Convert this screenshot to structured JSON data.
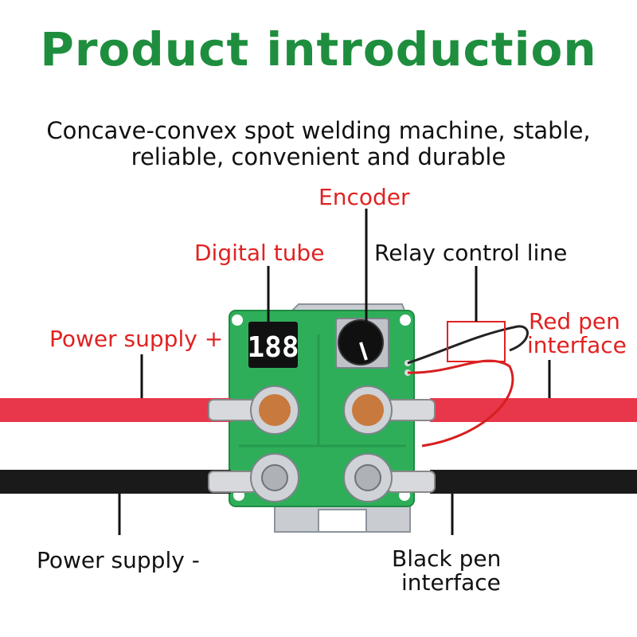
{
  "title": "Product introduction",
  "subtitle": {
    "line1": "Concave-convex spot welding machine, stable,",
    "line2": "reliable, convenient and durable"
  },
  "labels": {
    "encoder": "Encoder",
    "digital_tube": "Digital tube",
    "relay_control_line": "Relay control line",
    "power_supply_plus": "Power supply +",
    "red_pen_interface_1": "Red pen",
    "red_pen_interface_2": "interface",
    "power_supply_minus": "Power supply -",
    "black_pen_interface_1": "Black pen",
    "black_pen_interface_2": "interface"
  },
  "display": {
    "digits": "188"
  },
  "colors": {
    "title": "#1e8e3e",
    "label_red": "#e02222",
    "label_black": "#111111",
    "pcb": "#2fae5a",
    "red_cable": "#e8364a",
    "black_cable": "#1a1a1a"
  }
}
